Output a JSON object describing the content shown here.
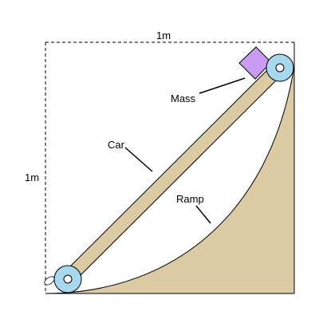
{
  "diagram": {
    "dimensions": {
      "width_label": "1m",
      "height_label": "1m"
    },
    "labels": {
      "mass": "Mass",
      "car": "Car",
      "ramp": "Ramp"
    },
    "colors": {
      "ramp_fill": "#dccaa4",
      "car_body_fill": "#dccaa4",
      "wheel_fill": "#a8d8ee",
      "wheel_hub_fill": "#ffffff",
      "mass_fill": "#c79cf2",
      "outline": "#000000"
    }
  }
}
